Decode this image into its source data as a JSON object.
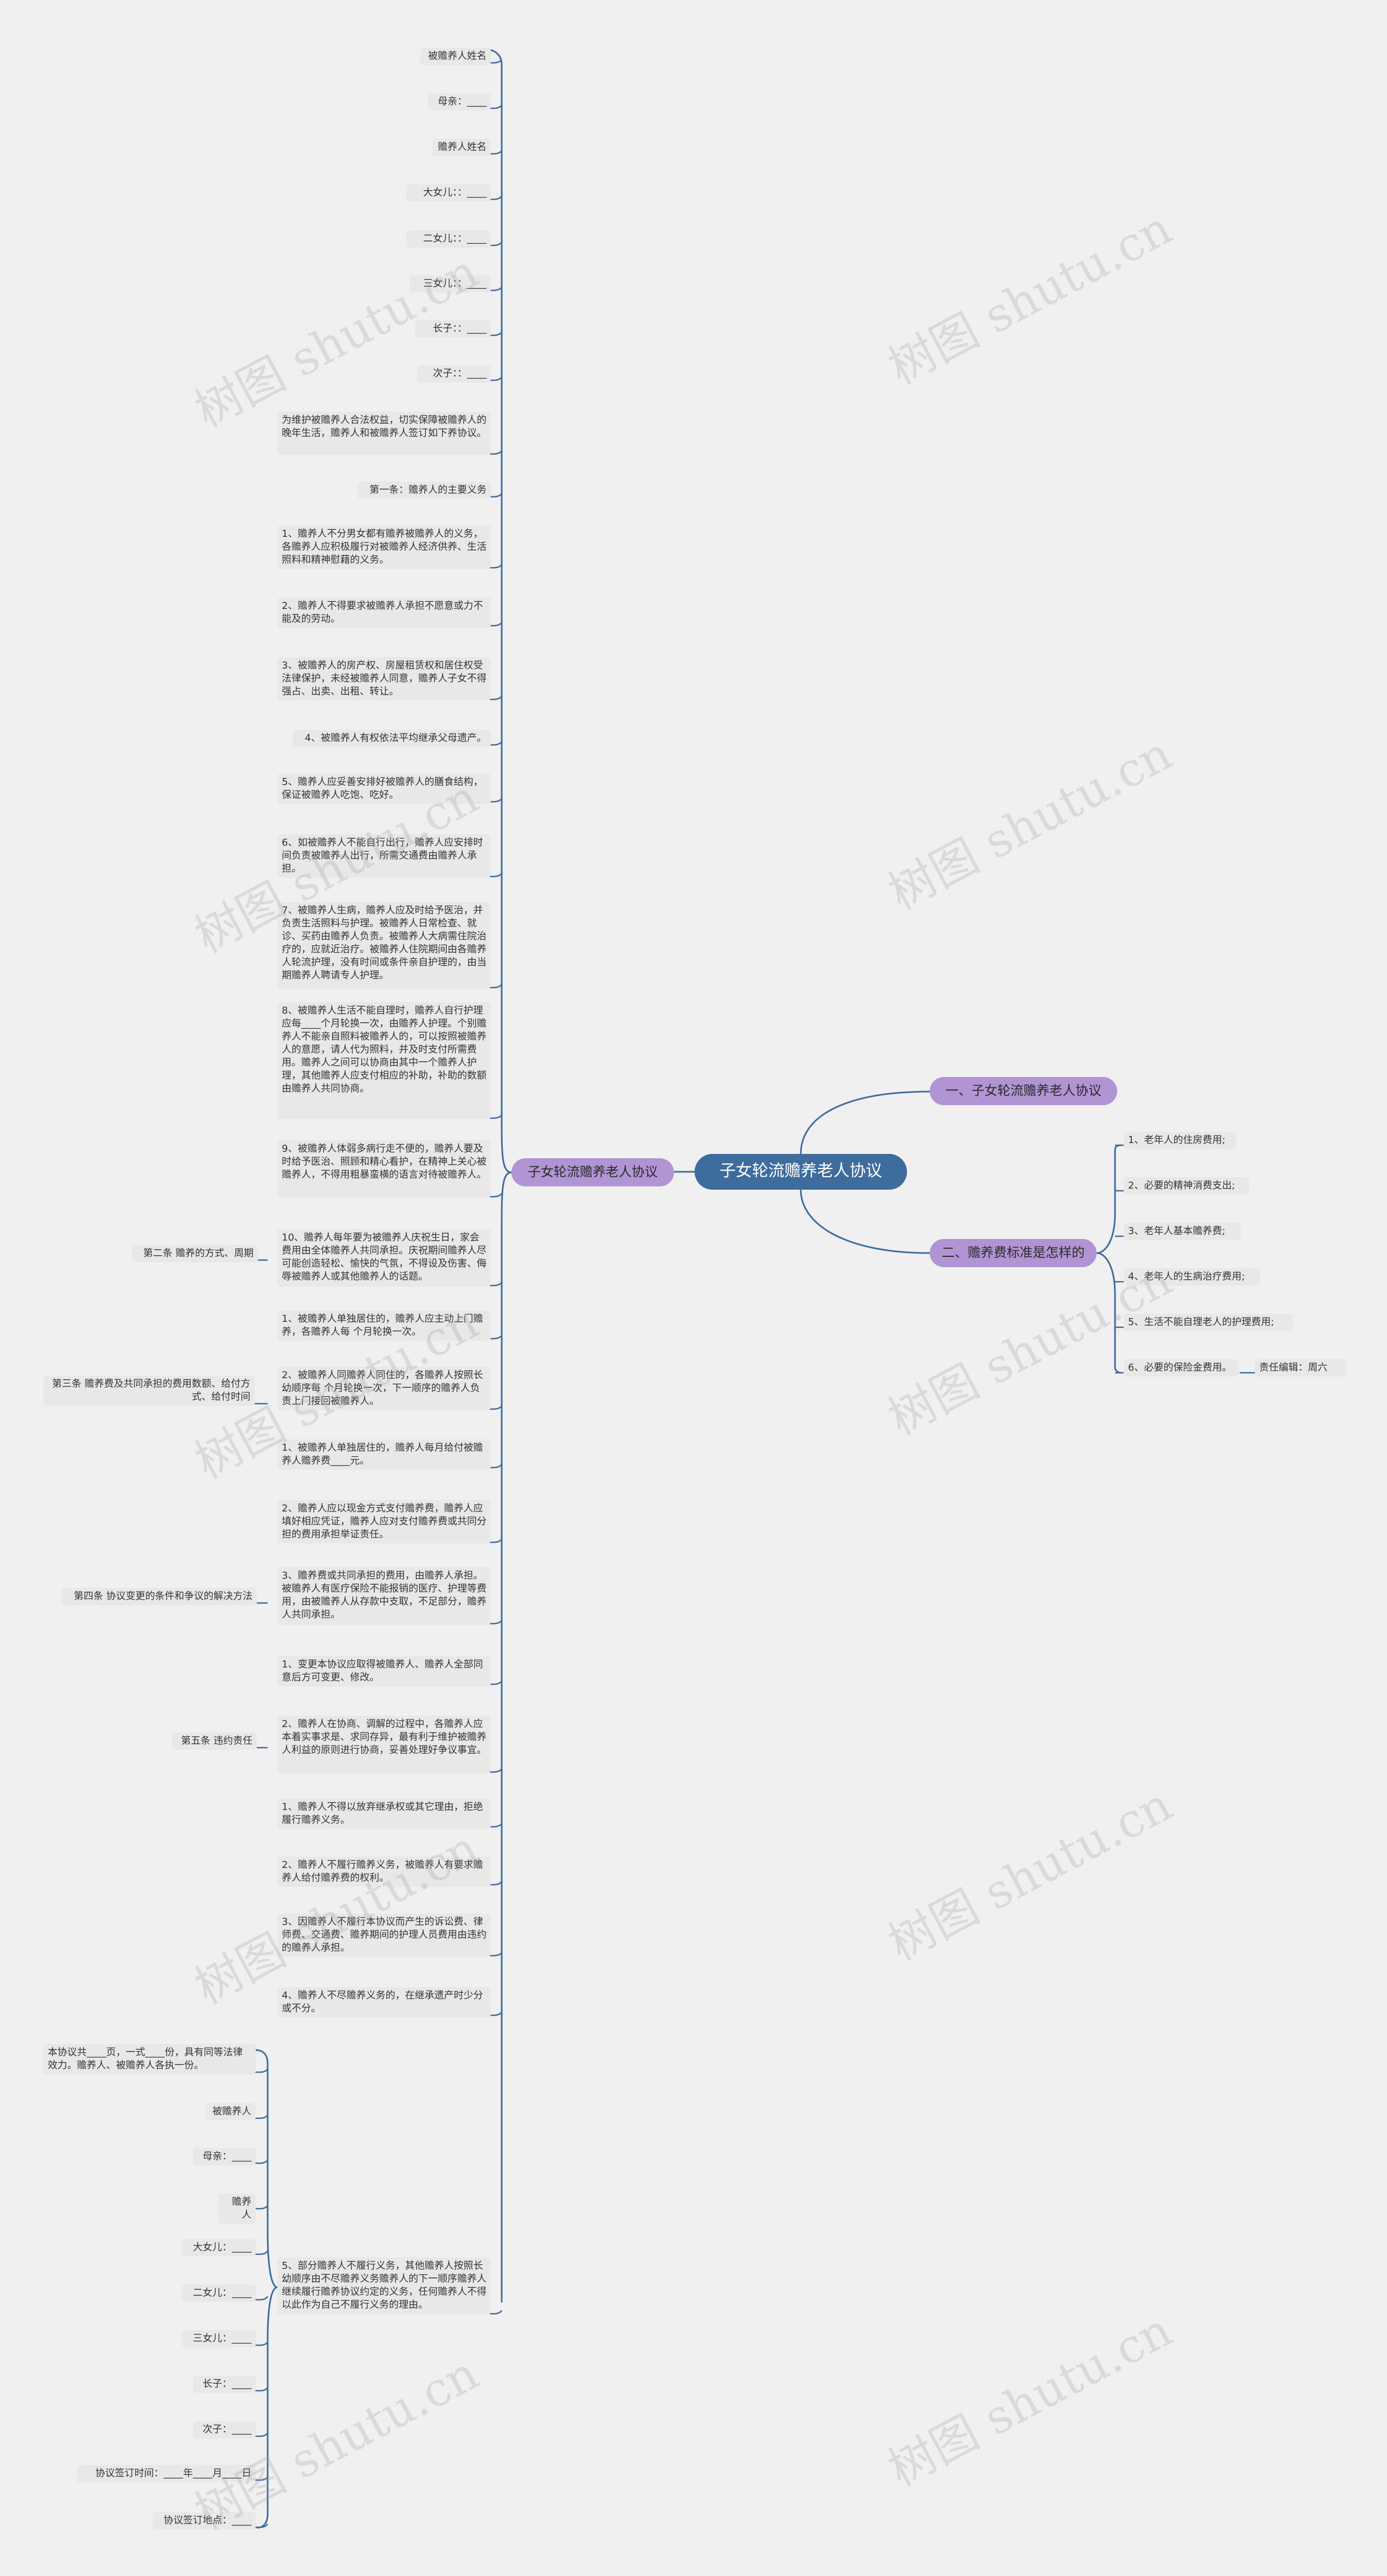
{
  "root": {
    "label": "子女轮流赡养老人协议"
  },
  "branch_main": {
    "label": "子女轮流赡养老人协议"
  },
  "branch_r1": {
    "label": "一、子女轮流赡养老人协议"
  },
  "branch_r2": {
    "label": "二、赡养费标准是怎样的"
  },
  "right_items": [
    "1、老年人的住房费用;",
    "2、必要的精神消费支出;",
    "3、老年人基本赡养费;",
    "4、老年人的生病治疗费用;",
    "5、生活不能自理老人的护理费用;",
    "6、必要的保险金费用。"
  ],
  "right_editor": "责任编辑：周六",
  "left_items": [
    "被赡养人姓名",
    "母亲：____",
    "赡养人姓名",
    "大女儿：：____",
    "二女儿：：____",
    "三女儿：：____",
    "长子：：____",
    "次子：：____",
    "为维护被赡养人合法权益，切实保障被赡养人的晚年生活，赡养人和被赡养人签订如下养协议。",
    "第一条：赡养人的主要义务",
    "1、赡养人不分男女都有赡养被赡养人的义务，各赡养人应积极履行对被赡养人经济供养、生活照料和精神慰藉的义务。",
    "2、赡养人不得要求被赡养人承担不愿意或力不能及的劳动。",
    "3、被赡养人的房产权、房屋租赁权和居住权受法律保护，未经被赡养人同意，赡养人子女不得强占、出卖、出租、转让。",
    "4、被赡养人有权依法平均继承父母遗产。",
    "5、赡养人应妥善安排好被赡养人的膳食结构，保证被赡养人吃饱、吃好。",
    "6、如被赡养人不能自行出行，赡养人应安排时间负责被赡养人出行，所需交通费由赡养人承担。",
    "7、被赡养人生病，赡养人应及时给予医治，并负责生活照料与护理。被赡养人日常检查、就诊、买药由赡养人负责。被赡养人大病需住院治疗的，应就近治疗。被赡养人住院期间由各赡养人轮流护理，没有时间或条件亲自护理的，由当期赡养人聘请专人护理。",
    "8、被赡养人生活不能自理时，赡养人自行护理应每____个月轮换一次，由赡养人护理。个别赡养人不能亲自照料被赡养人的，可以按照被赡养人的意愿，请人代为照料，并及时支付所需费用。赡养人之间可以协商由其中一个赡养人护理，其他赡养人应支付相应的补助，补助的数额由赡养人共同协商。",
    "9、被赡养人体弱多病行走不便的，赡养人要及时给予医治、照顾和精心看护，在精神上关心被赡养人，不得用粗暴蛮横的语言对待被赡养人。",
    "10、赡养人每年要为被赡养人庆祝生日，家会费用由全体赡养人共同承担。庆祝期间赡养人尽可能创造轻松、愉快的气氛，不得设及伤害、侮辱被赡养人或其他赡养人的话题。",
    "1、被赡养人单独居住的，赡养人应主动上门赡养，各赡养人每 个月轮换一次。",
    "2、被赡养人同赡养人同住的，各赡养人按照长幼顺序每 个月轮换一次，下一顺序的赡养人负责上门接回被赡养人。",
    "1、被赡养人单独居住的，赡养人每月给付被赡养人赡养费____元。",
    "2、赡养人应以现金方式支付赡养费，赡养人应填好相应凭证，赡养人应对支付赡养费或共同分担的费用承担举证责任。",
    "3、赡养费或共同承担的费用，由赡养人承担。被赡养人有医疗保险不能报销的医疗、护理等费用，由被赡养人从存款中支取，不足部分，赡养人共同承担。",
    "1、变更本协议应取得被赡养人、赡养人全部同意后方可变更、修改。",
    "2、赡养人在协商、调解的过程中，各赡养人应本着实事求是、求同存异，最有利于维护被赡养人利益的原则进行协商，妥善处理好争议事宜。",
    "1、赡养人不得以放弃继承权或其它理由，拒绝履行赡养义务。",
    "2、赡养人不履行赡养义务，被赡养人有要求赡养人给付赡养费的权利。",
    "3、因赡养人不履行本协议而产生的诉讼费、律师费、交通费、赡养期间的护理人员费用由违约的赡养人承担。",
    "4、赡养人不尽赡养义务的，在继承遗产时少分或不分。",
    "5、部分赡养人不履行义务，其他赡养人按照长幼顺序由不尽赡养义务赡养人的下一顺序赡养人继续履行赡养协议约定的义务，任何赡养人不得以此作为自己不履行义务的理由。"
  ],
  "section_labels": [
    "第二条 赡养的方式、周期",
    "第三条 赡养费及共同承担的费用数额、给付方式、给付时间",
    "第四条 协议变更的条件和争议的解决方法",
    "第五条 违约责任"
  ],
  "bottom_items": [
    "本协议共____页，一式____份，具有同等法律效力。赡养人、被赡养人各执一份。",
    "被赡养人",
    "母亲：____",
    "赡养人",
    "大女儿：____",
    "二女儿：____",
    "三女儿：____",
    "长子：____",
    "次子：____",
    "协议签订时间：____年____月____日",
    "协议签订地点：____"
  ],
  "watermark": "树图 shutu.cn",
  "colors": {
    "background": "#f0f0f0",
    "root": "#3e6c9d",
    "branch": "#b194d4",
    "link": "#3e6c9d",
    "leaf": "#e8e8e8"
  }
}
